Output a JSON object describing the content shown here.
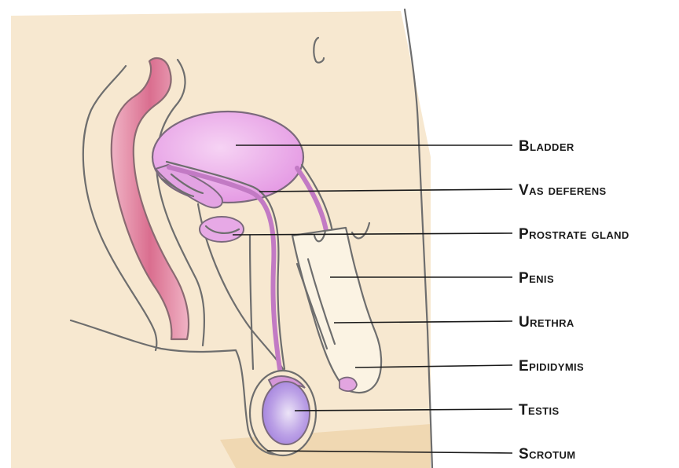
{
  "labels": [
    {
      "key": "bladder",
      "text": "Bladder"
    },
    {
      "key": "vas-deferens",
      "text": "Vas deferens"
    },
    {
      "key": "prostrate-gland",
      "text": "Prostrate gland"
    },
    {
      "key": "penis",
      "text": "Penis"
    },
    {
      "key": "urethra",
      "text": "Urethra"
    },
    {
      "key": "epididymis",
      "text": "Epididymis"
    },
    {
      "key": "testis",
      "text": "Testis"
    },
    {
      "key": "scrotum",
      "text": "Scrotum"
    }
  ],
  "colors": {
    "background": "#ffffff",
    "skin": "#f7e7cf",
    "skin_shadow": "#f1d9b4",
    "rectum": "#de7d9a",
    "rectum_light": "#f1aec2",
    "bladder": "#eba9ea",
    "bladder_light": "#f3c8f1",
    "testis": "#b99be4",
    "tube": "#c779c9",
    "outline": "#6e6e6e",
    "label_text": "#1a1a1a"
  }
}
